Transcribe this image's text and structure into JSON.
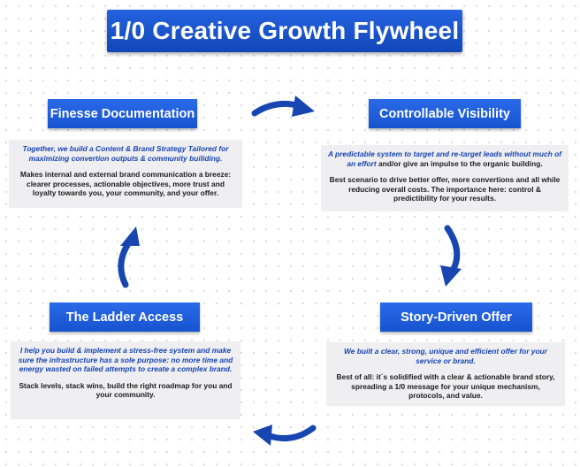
{
  "title": "1/0 Creative Growth Flywheel",
  "colors": {
    "accent": "#1a56d6",
    "arrow": "#1746b0",
    "card_bg": "#efeff1",
    "lead_text": "#1744b4"
  },
  "stages": {
    "finesse": {
      "label": "Finesse Documentation",
      "lead": "Together, we build a Content & Brand Strategy Tailored for maximizing convertion outputs & community builiding.",
      "detail": "Makes internal and external brand communication a breeze: clearer processes, actionable objectives, more trust and loyalty towards you, your community, and your offer."
    },
    "visibility": {
      "label": "Controllable Visibility",
      "lead": "A predictable system to target and re-target leads without much of an effort",
      "lead_suffix": " and/or give an impulse to the organic building.",
      "detail": "Best scenario to drive better offer, more convertions and all while reducing overall costs.  The importance here: control & predictibility for your results."
    },
    "offer": {
      "label": "Story-Driven Offer",
      "lead": "We built a clear, strong, unique and efficient offer for your service or brand.",
      "detail": "Best of all: it´s solidified with a clear & actionable brand story, spreading a 1/0 message for your unique mechanism, protocols, and value."
    },
    "ladder": {
      "label": "The Ladder Access",
      "lead": "I help you build & implement a stress-free system and make sure the infrastructure has a sole purpose: no more time and energy wasted on failed attempts to create a complex brand.",
      "detail": "Stack levels, stack wins, build the right roadmap for you and your community."
    }
  },
  "arrows": [
    "arrow-right",
    "arrow-down",
    "arrow-left",
    "arrow-up"
  ]
}
